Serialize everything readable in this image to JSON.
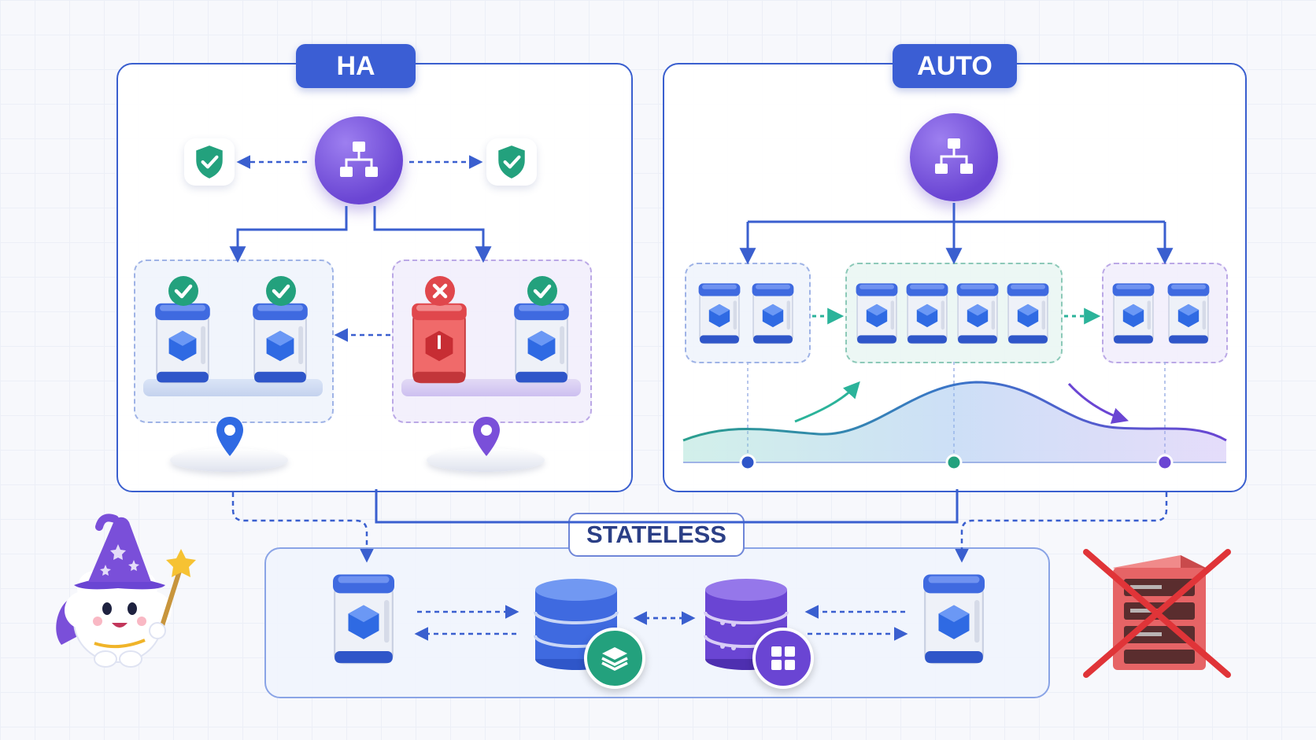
{
  "labels": {
    "ha": "HA",
    "auto": "AUTO",
    "stateless": "STATELESS"
  },
  "colors": {
    "primary_blue": "#3b5ed4",
    "purple": "#6a45d3",
    "healthy_green": "#26a37f",
    "failed_red": "#e0474c",
    "teal": "#2bb39a"
  },
  "icons": [
    "load-balancer-icon",
    "shield-check-icon",
    "server-icon",
    "check-badge-icon",
    "fail-x-badge-icon",
    "location-pin-icon",
    "database-icon",
    "layers-icon",
    "grid-icon",
    "trend-up-arrow-icon",
    "trend-down-arrow-icon",
    "crossed-out-server-rack-icon",
    "wizard-cloud-mascot"
  ]
}
